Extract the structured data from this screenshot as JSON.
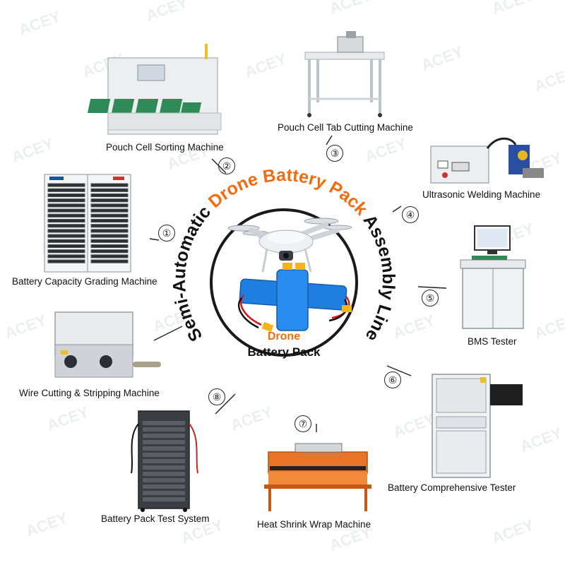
{
  "watermark": "ACEY",
  "ring_title": {
    "part1": "Semi-Automatic ",
    "part2": "Drone Battery Pack",
    "part3": " Assembly Line"
  },
  "center": {
    "label_top": "Drone",
    "label_bottom": "Battery Pack"
  },
  "colors": {
    "accent": "#f26b10",
    "ink": "#111111",
    "battery_blue": "#1f7fe0",
    "conveyor_green": "#2e8b57"
  },
  "machines": [
    {
      "id": "m1",
      "number": "①",
      "name": "Battery Capacity Grading Machine"
    },
    {
      "id": "m2",
      "number": "②",
      "name": "Pouch Cell Sorting Machine"
    },
    {
      "id": "m3",
      "number": "③",
      "name": "Pouch Cell Tab Cutting Machine"
    },
    {
      "id": "m4",
      "number": "④",
      "name": "Ultrasonic Welding Machine"
    },
    {
      "id": "m5",
      "number": "⑤",
      "name": "BMS Tester"
    },
    {
      "id": "m6",
      "number": "⑥",
      "name": "Battery Comprehensive Tester"
    },
    {
      "id": "m7",
      "number": "⑦",
      "name": "Heat Shrink Wrap Machine"
    },
    {
      "id": "m8",
      "number": "⑧",
      "name": "Battery Pack Test System"
    },
    {
      "id": "m9",
      "number": "",
      "name": "Wire Cutting & Stripping Machine"
    }
  ]
}
